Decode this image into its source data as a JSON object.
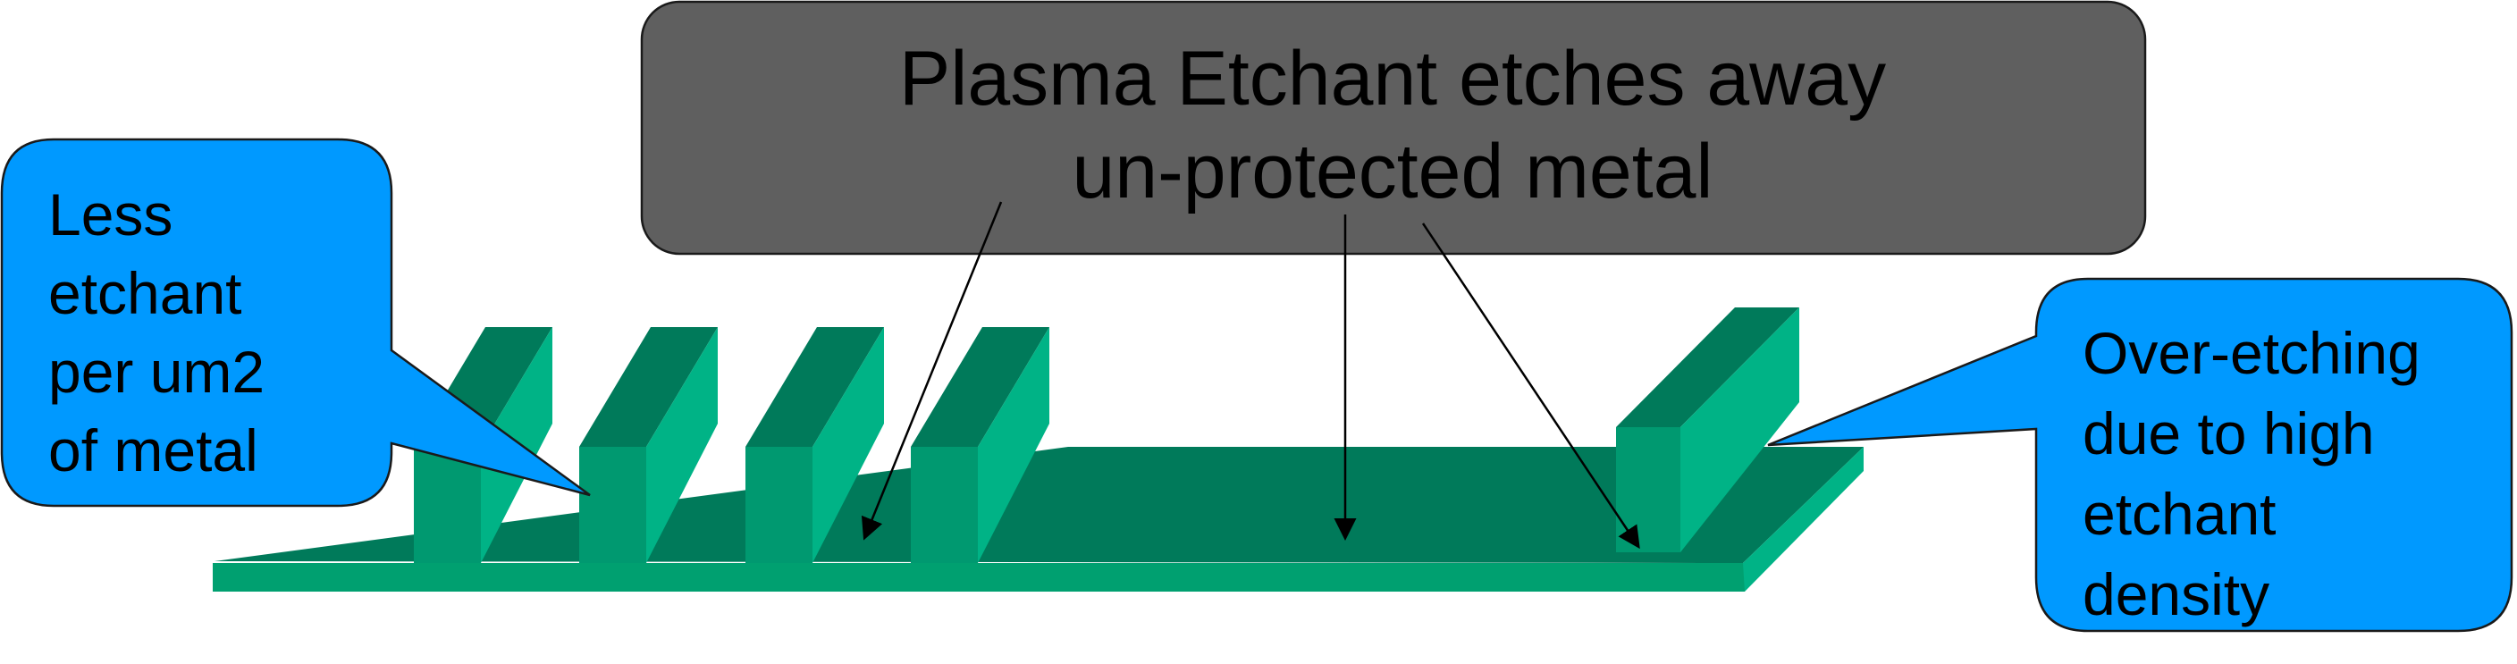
{
  "callouts": {
    "plasma": {
      "lines": [
        "Plasma Etchant etches away",
        "un-protected metal"
      ]
    },
    "left": {
      "lines": [
        "Less",
        "etchant",
        "per um2",
        "of metal"
      ]
    },
    "right": {
      "lines": [
        "Over-etching",
        "due to high",
        "etchant",
        "density"
      ]
    }
  },
  "colors": {
    "plasma_callout_fill": "#5f5f5f",
    "side_callout_fill": "#0099ff",
    "base_top": "#007a5a",
    "base_front": "#00a070",
    "line_front": "#009970",
    "line_top": "#007a5a",
    "line_side": "#00b386"
  }
}
